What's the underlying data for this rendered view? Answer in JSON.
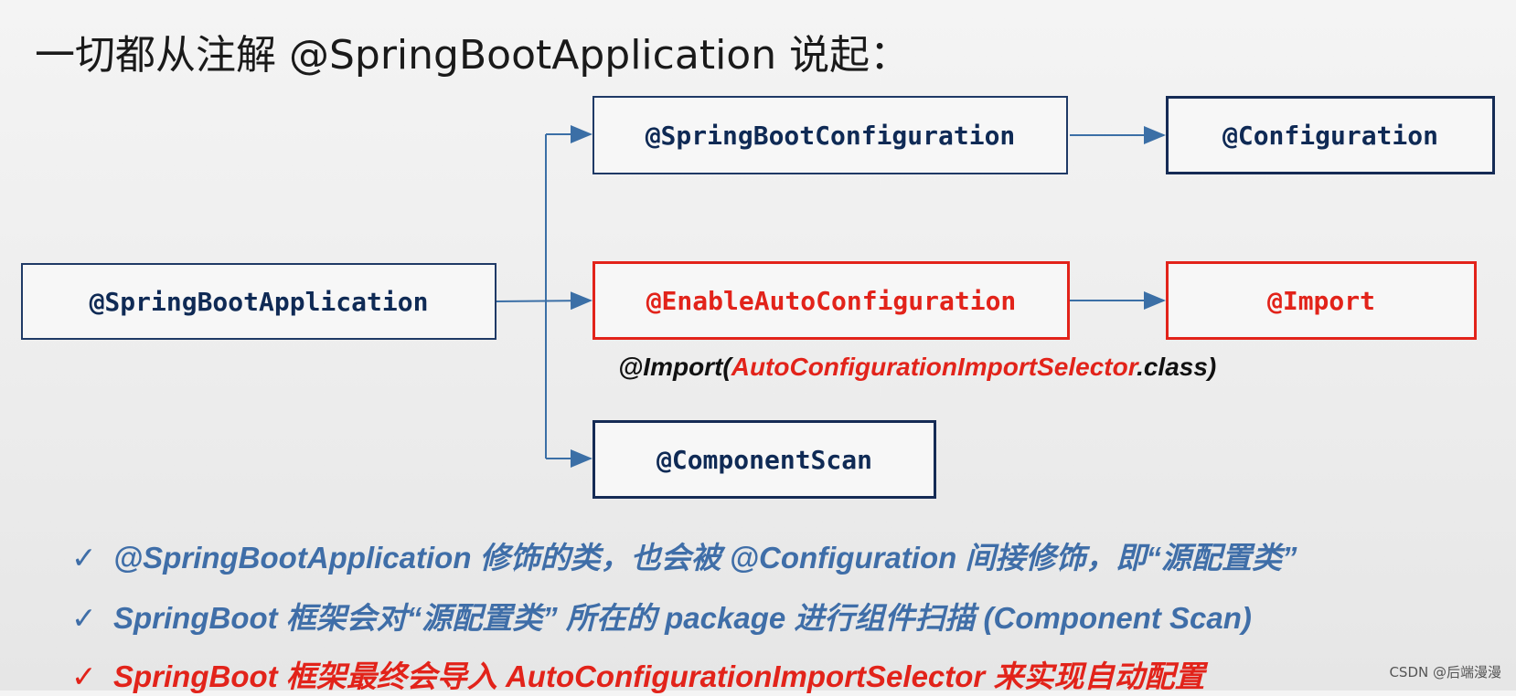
{
  "title": "一切都从注解 @SpringBootApplication 说起：",
  "nodes": {
    "spring_boot_application": "@SpringBootApplication",
    "spring_boot_configuration": "@SpringBootConfiguration",
    "configuration": "@Configuration",
    "enable_auto_configuration": "@EnableAutoConfiguration",
    "import": "@Import",
    "component_scan": "@ComponentScan"
  },
  "import_note": {
    "prefix": "@Import(",
    "selector": "AutoConfigurationImportSelector",
    "suffix": ".class)"
  },
  "bullets": [
    {
      "check": "✓",
      "text": "@SpringBootApplication 修饰的类，也会被 @Configuration 间接修饰，即“源配置类”",
      "color": "#3f6ea8"
    },
    {
      "check": "✓",
      "text": "SpringBoot 框架会对“源配置类” 所在的 package 进行组件扫描 (Component Scan)",
      "color": "#3f6ea8"
    },
    {
      "check": "✓",
      "text": "SpringBoot 框架最终会导入 AutoConfigurationImportSelector 来实现自动配置",
      "color": "#e2231a"
    }
  ],
  "watermark": "CSDN @后端漫漫",
  "colors": {
    "navy": "#152b55",
    "red": "#e2231a",
    "arrow": "#3b6fa6",
    "bullet_blue": "#3f6ea8"
  }
}
